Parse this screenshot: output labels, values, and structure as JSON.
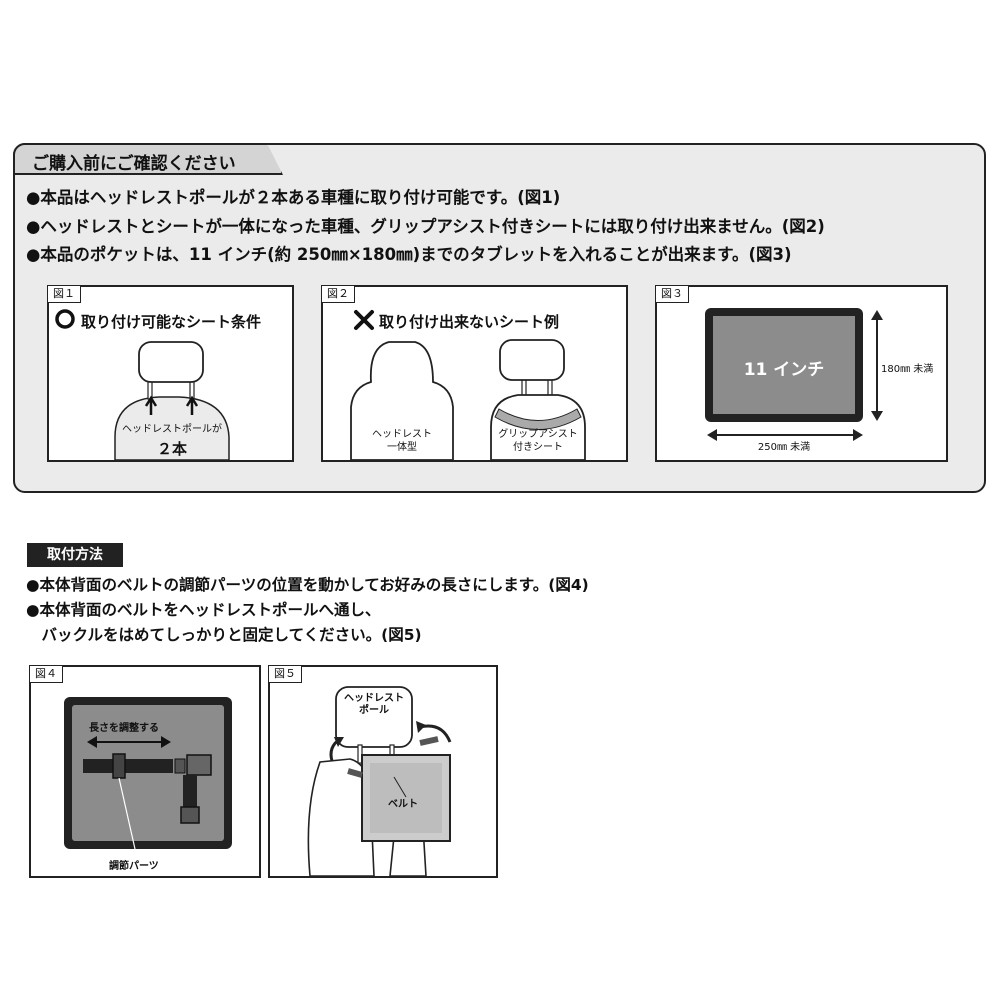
{
  "notice": {
    "title": "ご購入前にご確認ください",
    "lines": [
      "●本品はヘッドレストポールが２本ある車種に取り付け可能です。(図1)",
      "●ヘッドレストとシートが一体になった車種、グリップアシスト付きシートには取り付け出来ません。(図2)",
      "●本品のポケットは、11 インチ(約 250㎜×180㎜)までのタブレットを入れることが出来ます。(図3)"
    ]
  },
  "fig1": {
    "tag": "図１",
    "heading": "取り付け可能なシート条件",
    "label": "ヘッドレストポールが",
    "count": "２本"
  },
  "fig2": {
    "tag": "図２",
    "heading": "取り付け出来ないシート例",
    "left_label_1": "ヘッドレスト",
    "left_label_2": "一体型",
    "right_label_1": "グリップアシスト",
    "right_label_2": "付きシート"
  },
  "fig3": {
    "tag": "図３",
    "screen_label": "11 インチ",
    "height_label": "180㎜ 未満",
    "width_label": "250㎜ 未満"
  },
  "method": {
    "title": "取付方法",
    "lines": [
      "●本体背面のベルトの調節パーツの位置を動かしてお好みの長さにします。(図4)",
      "●本体背面のベルトをヘッドレストポールへ通し、",
      "　バックルをはめてしっかりと固定してください。(図5)"
    ]
  },
  "fig4": {
    "tag": "図４",
    "adjust_label": "長さを調整する",
    "part_label": "調節パーツ"
  },
  "fig5": {
    "tag": "図５",
    "pole_label_1": "ヘッドレスト",
    "pole_label_2": "ポール",
    "belt_label": "ベルト"
  },
  "colors": {
    "panel_bg": "#ebebeb",
    "tab_bg": "#d4d4d4",
    "screen_gray": "#8c8c8c",
    "dark": "#222222"
  }
}
